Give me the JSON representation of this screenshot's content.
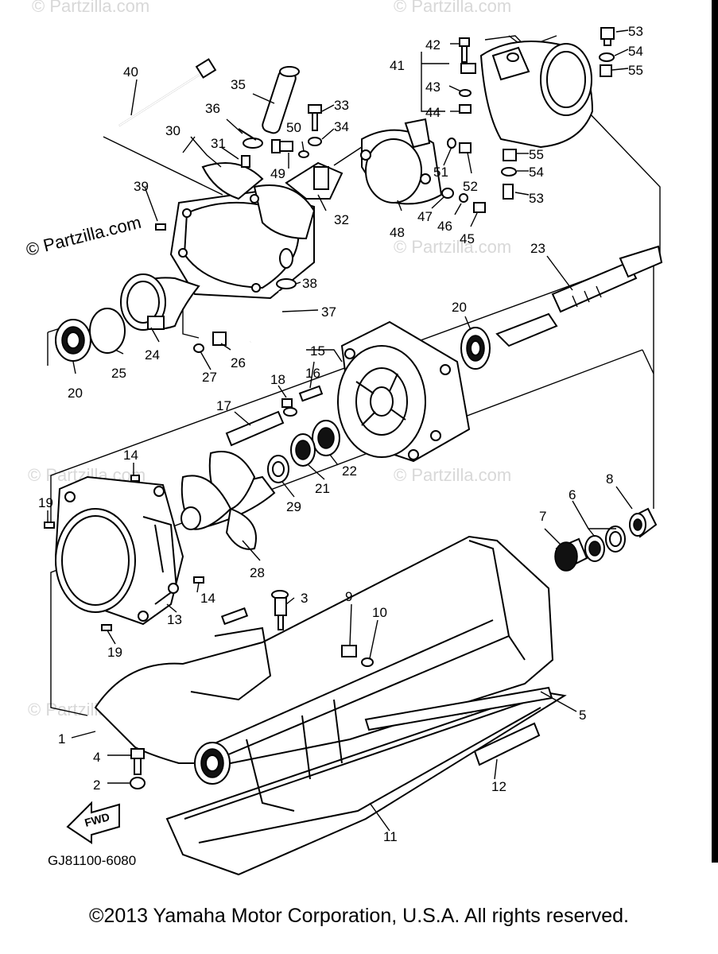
{
  "watermark": {
    "brand": "© Partzilla.com"
  },
  "part_labels": [
    "1",
    "2",
    "3",
    "4",
    "5",
    "6",
    "7",
    "8",
    "9",
    "10",
    "11",
    "12",
    "13",
    "14",
    "14",
    "15",
    "16",
    "17",
    "18",
    "19",
    "19",
    "20",
    "20",
    "21",
    "22",
    "23",
    "24",
    "25",
    "26",
    "27",
    "28",
    "29",
    "30",
    "31",
    "32",
    "33",
    "34",
    "35",
    "36",
    "37",
    "38",
    "39",
    "40",
    "41",
    "42",
    "43",
    "44",
    "45",
    "46",
    "47",
    "48",
    "49",
    "50",
    "51",
    "52",
    "53",
    "53",
    "54",
    "54",
    "55",
    "55"
  ],
  "fwd_label": "FWD",
  "diagram_code": "GJ81100-6080",
  "copyright": "©2013 Yamaha Motor Corporation, U.S.A. All rights reserved."
}
